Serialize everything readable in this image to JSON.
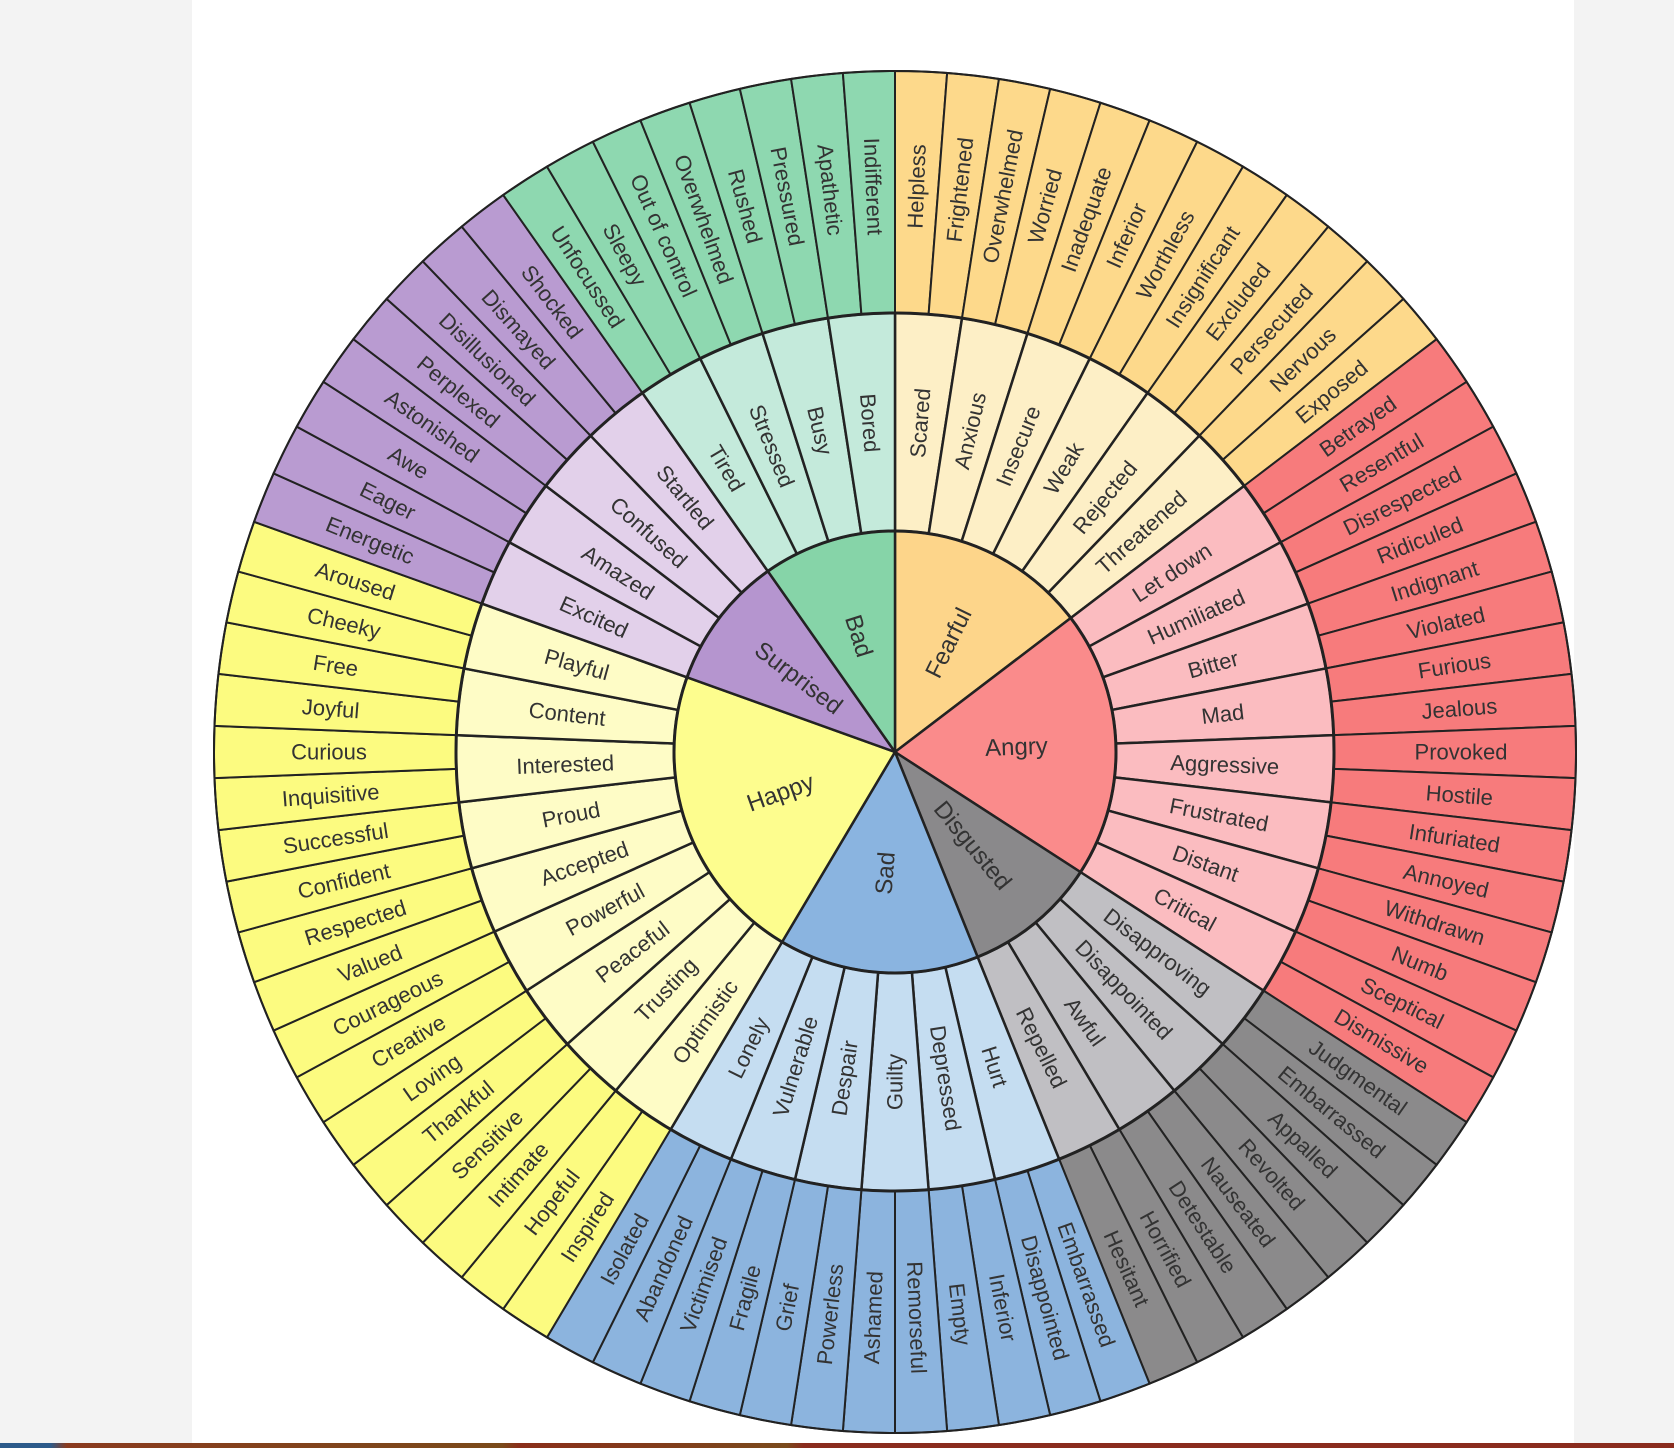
{
  "title": "Feelings Wheel",
  "colors": {
    "Fearful": {
      "core": "#fdd58a",
      "middle": "#fdefc6",
      "outer": "#fdd98b"
    },
    "Angry": {
      "core": "#fa8b8b",
      "middle": "#fbbcc0",
      "outer": "#f77b7c"
    },
    "Disgusted": {
      "core": "#8a898b",
      "middle": "#c0bfc3",
      "outer": "#8b8a8b"
    },
    "Sad": {
      "core": "#8ab4e0",
      "middle": "#c5ddf1",
      "outer": "#8cb4de"
    },
    "Happy": {
      "core": "#fdfd8e",
      "middle": "#fefcc6",
      "outer": "#fcfb80"
    },
    "Surprised": {
      "core": "#b595cf",
      "middle": "#e2d0ea",
      "outer": "#b99bd1"
    },
    "Bad": {
      "core": "#86d4a8",
      "middle": "#c4eadb",
      "outer": "#8ed8b0"
    }
  },
  "emotions": [
    {
      "name": "Fearful",
      "children": [
        {
          "name": "Scared",
          "children": [
            "Helpless",
            "Frightened"
          ]
        },
        {
          "name": "Anxious",
          "children": [
            "Overwhelmed",
            "Worried"
          ]
        },
        {
          "name": "Insecure",
          "children": [
            "Inadequate",
            "Inferior"
          ]
        },
        {
          "name": "Weak",
          "children": [
            "Worthless",
            "Insignificant"
          ]
        },
        {
          "name": "Rejected",
          "children": [
            "Excluded",
            "Persecuted"
          ]
        },
        {
          "name": "Threatened",
          "children": [
            "Nervous",
            "Exposed"
          ]
        }
      ]
    },
    {
      "name": "Angry",
      "children": [
        {
          "name": "Let down",
          "children": [
            "Betrayed",
            "Resentful"
          ]
        },
        {
          "name": "Humiliated",
          "children": [
            "Disrespected",
            "Ridiculed"
          ]
        },
        {
          "name": "Bitter",
          "children": [
            "Indignant",
            "Violated"
          ]
        },
        {
          "name": "Mad",
          "children": [
            "Furious",
            "Jealous"
          ]
        },
        {
          "name": "Aggressive",
          "children": [
            "Provoked",
            "Hostile"
          ]
        },
        {
          "name": "Frustrated",
          "children": [
            "Infuriated",
            "Annoyed"
          ]
        },
        {
          "name": "Distant",
          "children": [
            "Withdrawn",
            "Numb"
          ]
        },
        {
          "name": "Critical",
          "children": [
            "Sceptical",
            "Dismissive"
          ]
        }
      ]
    },
    {
      "name": "Disgusted",
      "children": [
        {
          "name": "Disapproving",
          "children": [
            "Judgmental",
            "Embarrassed"
          ]
        },
        {
          "name": "Disappointed",
          "children": [
            "Appalled",
            "Revolted"
          ]
        },
        {
          "name": "Awful",
          "children": [
            "Nauseated",
            "Detestable"
          ]
        },
        {
          "name": "Repelled",
          "children": [
            "Horrified",
            "Hesitant"
          ]
        }
      ]
    },
    {
      "name": "Sad",
      "children": [
        {
          "name": "Hurt",
          "children": [
            "Embarrassed",
            "Disappointed"
          ]
        },
        {
          "name": "Depressed",
          "children": [
            "Inferior",
            "Empty"
          ]
        },
        {
          "name": "Guilty",
          "children": [
            "Remorseful",
            "Ashamed"
          ]
        },
        {
          "name": "Despair",
          "children": [
            "Powerless",
            "Grief"
          ]
        },
        {
          "name": "Vulnerable",
          "children": [
            "Fragile",
            "Victimised"
          ]
        },
        {
          "name": "Lonely",
          "children": [
            "Abandoned",
            "Isolated"
          ]
        }
      ]
    },
    {
      "name": "Happy",
      "children": [
        {
          "name": "Optimistic",
          "children": [
            "Inspired",
            "Hopeful"
          ]
        },
        {
          "name": "Trusting",
          "children": [
            "Intimate",
            "Sensitive"
          ]
        },
        {
          "name": "Peaceful",
          "children": [
            "Thankful",
            "Loving"
          ]
        },
        {
          "name": "Powerful",
          "children": [
            "Creative",
            "Courageous"
          ]
        },
        {
          "name": "Accepted",
          "children": [
            "Valued",
            "Respected"
          ]
        },
        {
          "name": "Proud",
          "children": [
            "Confident",
            "Successful"
          ]
        },
        {
          "name": "Interested",
          "children": [
            "Inquisitive",
            "Curious"
          ]
        },
        {
          "name": "Content",
          "children": [
            "Joyful",
            "Free"
          ]
        },
        {
          "name": "Playful",
          "children": [
            "Cheeky",
            "Aroused"
          ]
        }
      ]
    },
    {
      "name": "Surprised",
      "children": [
        {
          "name": "Excited",
          "children": [
            "Energetic",
            "Eager"
          ]
        },
        {
          "name": "Amazed",
          "children": [
            "Awe",
            "Astonished"
          ]
        },
        {
          "name": "Confused",
          "children": [
            "Perplexed",
            "Disillusioned"
          ]
        },
        {
          "name": "Startled",
          "children": [
            "Dismayed",
            "Shocked"
          ]
        }
      ]
    },
    {
      "name": "Bad",
      "children": [
        {
          "name": "Tired",
          "children": [
            "Unfocussed",
            "Sleepy"
          ]
        },
        {
          "name": "Stressed",
          "children": [
            "Out of control",
            "Overwhelmed"
          ]
        },
        {
          "name": "Busy",
          "children": [
            "Rushed",
            "Pressured"
          ]
        },
        {
          "name": "Bored",
          "children": [
            "Apathetic",
            "Indifferent"
          ]
        }
      ]
    }
  ]
}
